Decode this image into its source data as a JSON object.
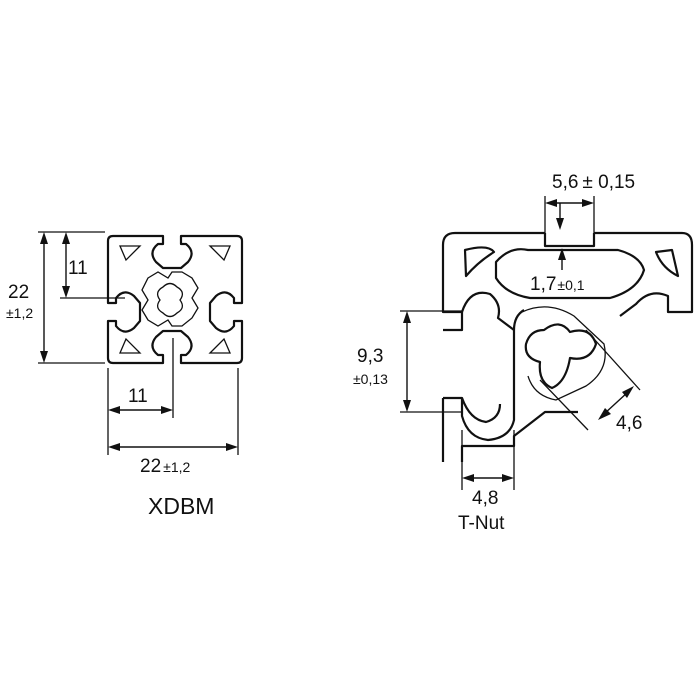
{
  "left_profile": {
    "height_main": "22",
    "height_tol": "±1,2",
    "half_height": "11",
    "half_width": "11",
    "width_main": "22",
    "width_tol": "±1,2",
    "caption": "XDBM"
  },
  "right_detail": {
    "slot_opening": "5,6",
    "slot_opening_tol": "± 0,15",
    "wall_main": "1,7",
    "wall_tol": "±0,1",
    "slot_depth": "9,3",
    "slot_depth_tol": "±0,13",
    "core_hole": "4,6",
    "tnut_width": "4,8",
    "caption": "T-Nut"
  }
}
